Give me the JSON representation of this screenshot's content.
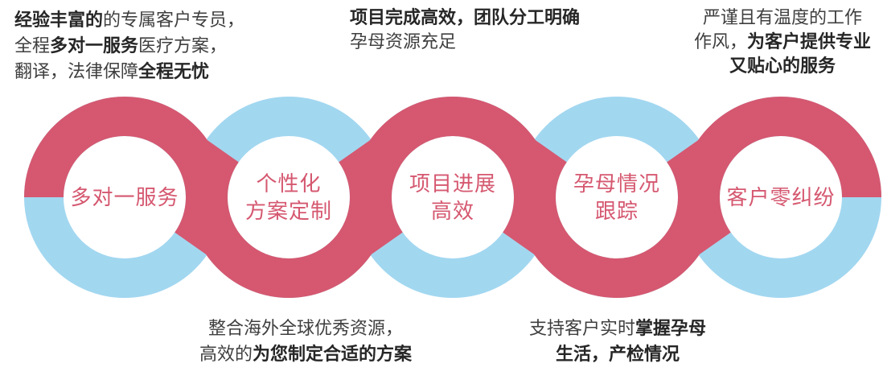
{
  "colors": {
    "pink": "#d55870",
    "blue": "#a2d7f0",
    "text": "#3f3f3f",
    "label_pink": "#d55870"
  },
  "notes": {
    "top_left": {
      "lines": [
        [
          {
            "t": "经验丰富的",
            "b": true
          },
          {
            "t": "的专属客户专员，",
            "b": false
          }
        ],
        [
          {
            "t": "全程",
            "b": false
          },
          {
            "t": "多对一服务",
            "b": true
          },
          {
            "t": "医疗方案，",
            "b": false
          }
        ],
        [
          {
            "t": "翻译，法律保障",
            "b": false
          },
          {
            "t": "全程无忧",
            "b": true
          }
        ]
      ]
    },
    "top_center": {
      "lines": [
        [
          {
            "t": "项目完成高效，团队分工明确",
            "b": true
          }
        ],
        [
          {
            "t": "孕母资源充足",
            "b": false
          }
        ]
      ]
    },
    "top_right": {
      "lines": [
        [
          {
            "t": "严谨且有温度的工作",
            "b": false
          }
        ],
        [
          {
            "t": "作风，",
            "b": false
          },
          {
            "t": "为客户提供专业",
            "b": true
          }
        ],
        [
          {
            "t": "又贴心的服务",
            "b": true
          }
        ]
      ]
    },
    "bottom_left": {
      "lines": [
        [
          {
            "t": "整合海外全球优秀资源，",
            "b": false
          }
        ],
        [
          {
            "t": "高效的",
            "b": false
          },
          {
            "t": "为您制定合适的方案",
            "b": true
          }
        ]
      ]
    },
    "bottom_right": {
      "lines": [
        [
          {
            "t": "支持客户实时",
            "b": false
          },
          {
            "t": "掌握孕母",
            "b": true
          }
        ],
        [
          {
            "t": "生活，产检情况",
            "b": true
          }
        ]
      ]
    }
  },
  "rings": [
    {
      "label_lines": [
        "多对一服务"
      ],
      "top_color": "pink"
    },
    {
      "label_lines": [
        "个性化",
        "方案定制"
      ],
      "top_color": "blue"
    },
    {
      "label_lines": [
        "项目进展",
        "高效"
      ],
      "top_color": "pink"
    },
    {
      "label_lines": [
        "孕母情况",
        "跟踪"
      ],
      "top_color": "blue"
    },
    {
      "label_lines": [
        "客户零纠纷"
      ],
      "top_color": "pink"
    }
  ]
}
